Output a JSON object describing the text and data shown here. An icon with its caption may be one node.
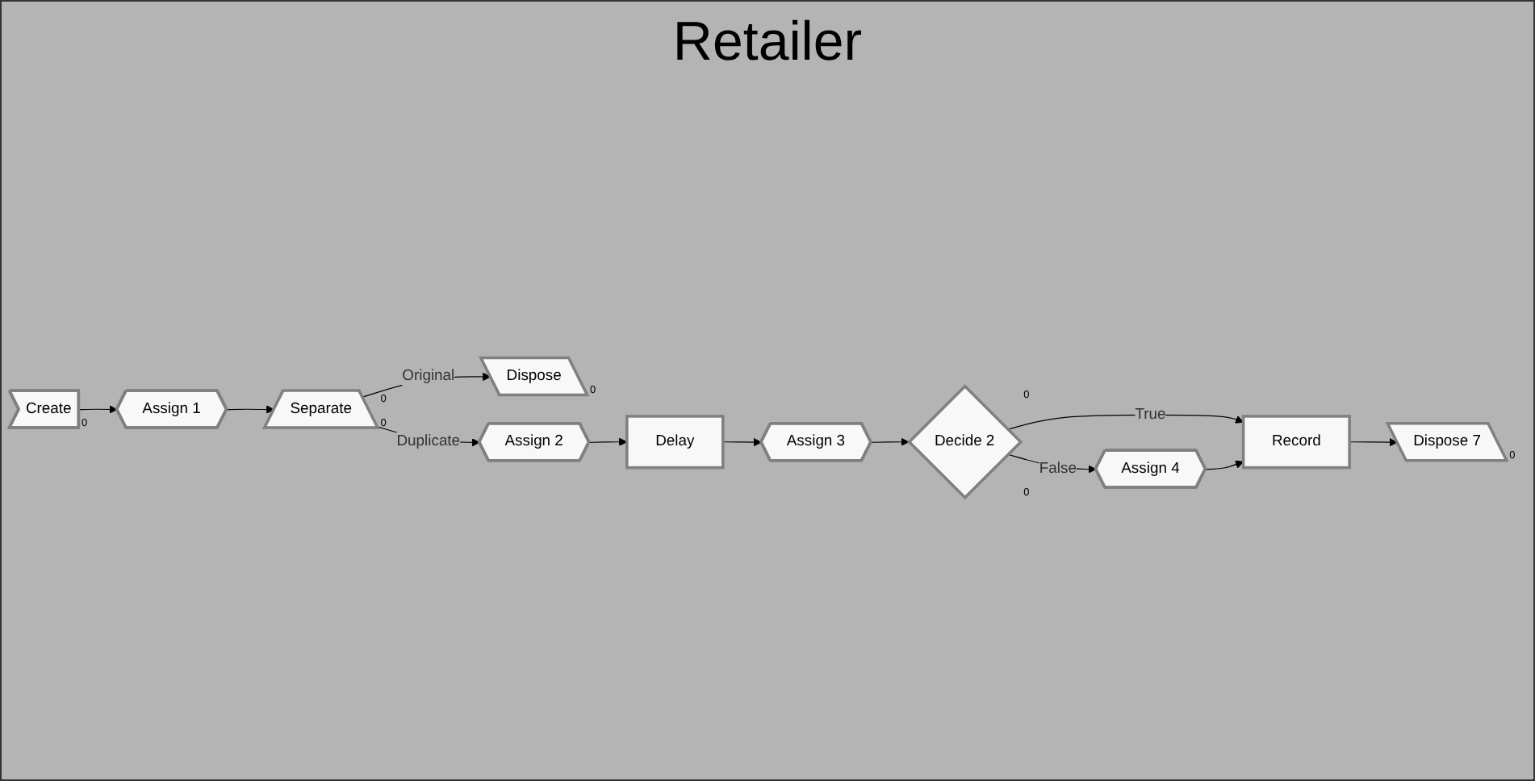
{
  "diagram": {
    "title": "Retailer",
    "nodes": [
      {
        "text": [
          "Create"
        ],
        "beside": [
          "0"
        ]
      },
      {
        "text": [
          "Assign 1"
        ]
      },
      {
        "text": [
          "Separate"
        ],
        "beside": [
          "0",
          "0"
        ]
      },
      {
        "text": [
          "Dispose"
        ],
        "beside": [
          "0"
        ]
      },
      {
        "text": [
          "Dispose 7"
        ],
        "beside": [
          "0"
        ]
      },
      {
        "text": [
          "Assign 2"
        ]
      },
      {
        "text": [
          "Delay"
        ]
      },
      {
        "text": [
          "Assign 3"
        ]
      },
      {
        "text": [
          "Decide 2"
        ],
        "beside": [
          "0",
          "0"
        ]
      },
      {
        "text": [
          "Record"
        ]
      },
      {
        "text": [
          "Assign 4"
        ]
      }
    ],
    "edges": [
      {
        "from": 0,
        "to": 1,
        "arrow": "to"
      },
      {
        "from": 1,
        "to": 2,
        "arrow": "to"
      },
      {
        "from": 2,
        "to": 3,
        "arrow": "to",
        "label": "Original"
      },
      {
        "from": 2,
        "to": 5,
        "arrow": "to",
        "label": "Duplicate"
      },
      {
        "from": 5,
        "to": 6,
        "arrow": "to"
      },
      {
        "from": 6,
        "to": 7,
        "arrow": "to"
      },
      {
        "from": 7,
        "to": 8,
        "arrow": "to"
      },
      {
        "from": 8,
        "to": 9,
        "arrow": "to",
        "label": "True"
      },
      {
        "from": 8,
        "to": 10,
        "arrow": "to",
        "label": "False"
      },
      {
        "from": 10,
        "to": 9,
        "arrow": "to"
      },
      {
        "from": 9,
        "to": 4,
        "arrow": "to"
      }
    ]
  }
}
